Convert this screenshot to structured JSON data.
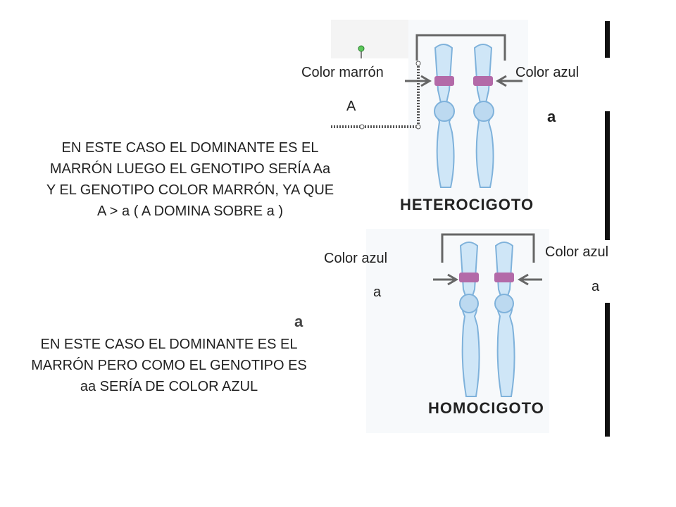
{
  "slide": {
    "figure_titles": {
      "top": "HETEROCIGOTO",
      "bottom": "HOMOCIGOTO"
    },
    "labels": {
      "top_left_color": "Color marrón",
      "top_right_color": "Color azul",
      "top_left_allele": "A",
      "top_right_allele": "a",
      "bottom_left_color": "Color azul",
      "bottom_right_color": "Color azul",
      "bottom_left_allele": "a",
      "bottom_right_allele": "a",
      "stray_allele": "a"
    },
    "paragraphs": {
      "heterozygote_lines": [
        "EN ESTE CASO EL DOMINANTE ES EL",
        "MARRÓN LUEGO EL GENOTIPO SERÍA  Aa",
        "Y EL GENOTIPO COLOR MARRÓN, YA QUE",
        "A > a ( A DOMINA SOBRE a )"
      ],
      "homozygote_lines": [
        "EN ESTE CASO EL DOMINANTE ES EL",
        "MARRÓN PERO COMO  EL GENOTIPO  ES",
        "aa  SERÍA DE COLOR AZUL"
      ]
    },
    "colors": {
      "chromosome_fill": "#cfe6f7",
      "chromosome_stroke": "#7fb2db",
      "gene_band": "#b36aa8",
      "selection_handle": "#5cc85a"
    }
  }
}
